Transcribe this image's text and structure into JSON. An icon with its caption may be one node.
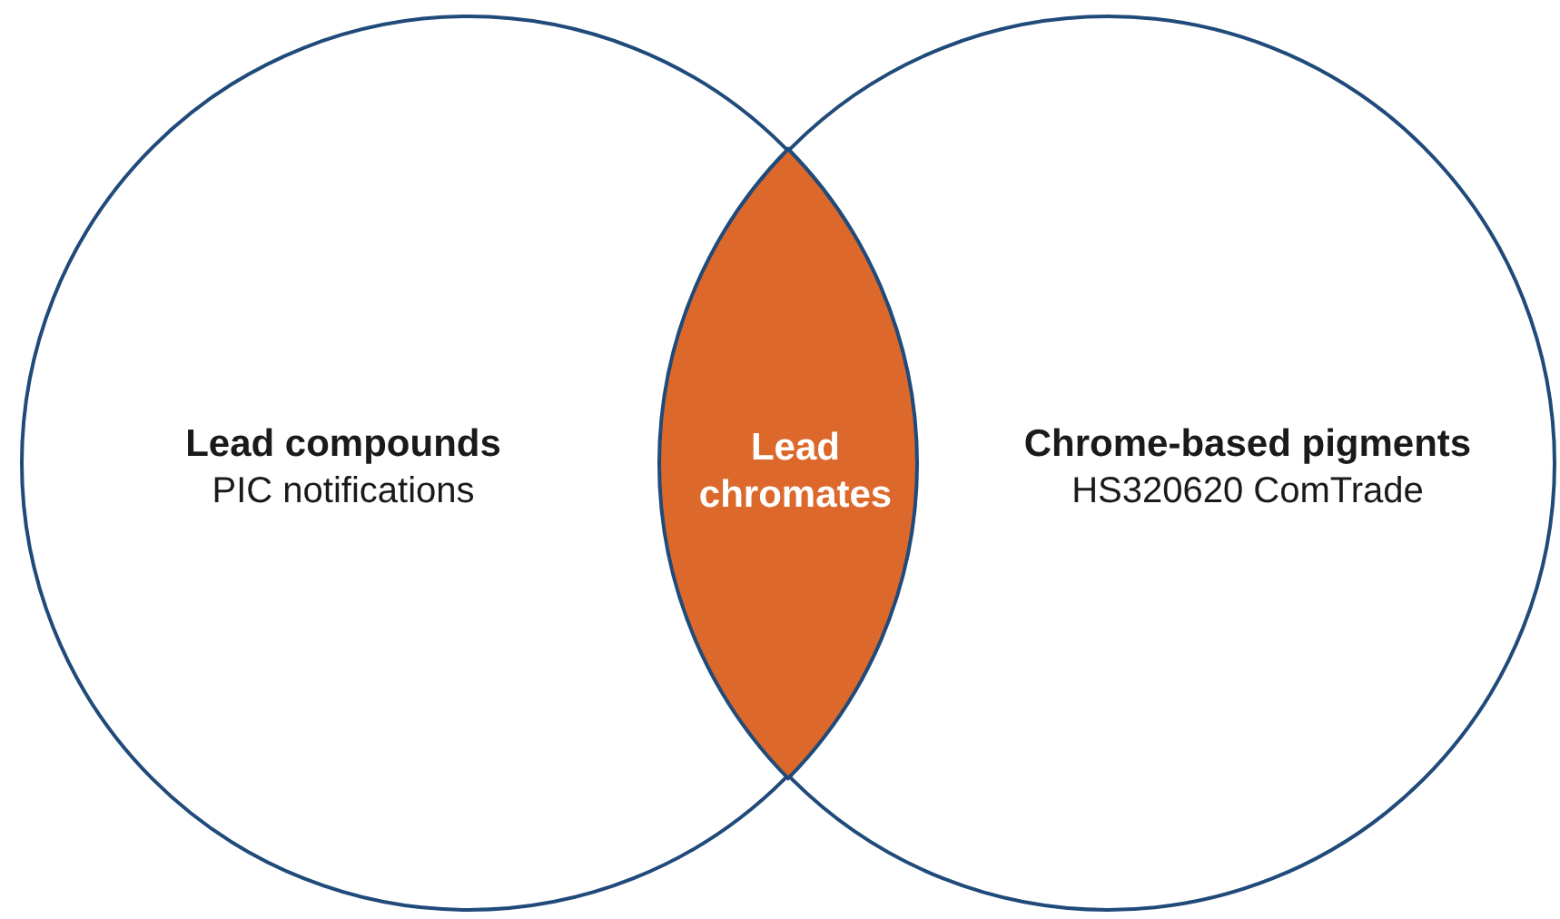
{
  "diagram": {
    "nodes": [
      {
        "text": [
          "Lead compounds",
          "PIC notifications"
        ]
      },
      {
        "text": [
          "Chrome-based pigments",
          "HS320620 ComTrade"
        ]
      },
      {
        "text": [
          "Lead chromates"
        ]
      }
    ]
  }
}
